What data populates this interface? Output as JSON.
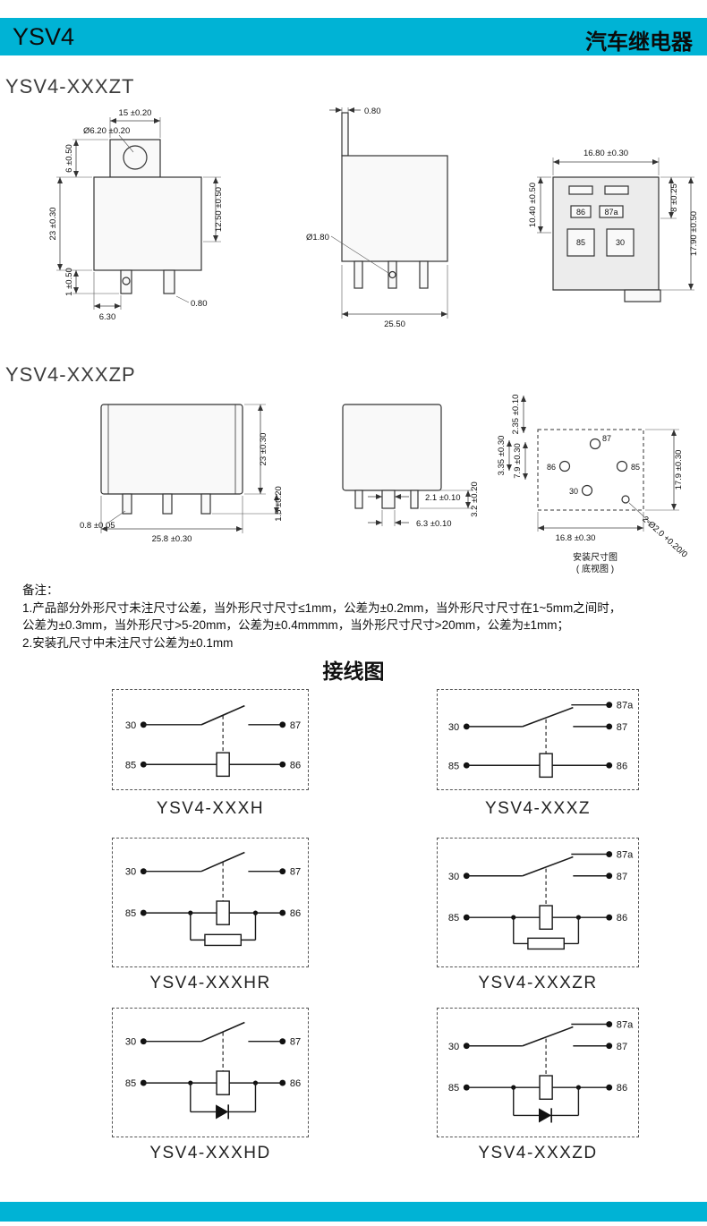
{
  "colors": {
    "accent": "#00b3d5",
    "line": "#333333"
  },
  "header": {
    "model": "YSV4",
    "product": "汽车继电器"
  },
  "sections": {
    "zt": {
      "title": "YSV4-XXXZT",
      "front": {
        "tab_width": "15 ±0.20",
        "hole_dia": "Ø6.20 ±0.20",
        "tab_height": "6 ±0.50",
        "body_height": "23 ±0.30",
        "right_height": "12.50 ±0.50",
        "pin_length": "1 ±0.50",
        "pin_offset": "6.30",
        "pin_thickness": "0.80"
      },
      "side": {
        "bracket_thickness": "0.80",
        "pin_hole_dia": "Ø1.80",
        "body_width": "25.50"
      },
      "bottom": {
        "width": "16.80 ±0.30",
        "height_partial": "8 ±0.25",
        "height_left": "10.40 ±0.50",
        "height_total": "17.90 ±0.50",
        "pins": {
          "p86": "86",
          "p87a": "87a",
          "p85": "85",
          "p30": "30"
        }
      }
    },
    "zp": {
      "title": "YSV4-XXXZP",
      "front": {
        "body_height": "23 ±0.30",
        "pin_thickness": "0.8 ±0.05",
        "body_width": "25.8 ±0.30",
        "pin_length": "1.5 ±0.20"
      },
      "side": {
        "pin_width": "2.1 ±0.10",
        "pin_length": "3.2 ±0.20",
        "pin_spacing": "6.3 ±0.10"
      },
      "mount": {
        "dim_top": "2.35 ±0.10",
        "dim_left_a": "3.35 ±0.30",
        "dim_left_b": "7.9 ±0.30",
        "dim_right": "17.9 ±0.30",
        "dim_bottom": "16.8 ±0.30",
        "holes_note": "2-Ø2.0 +0.20/0",
        "pins": {
          "p87": "87",
          "p86": "86",
          "p85": "85",
          "p30": "30"
        },
        "caption_line1": "安装尺寸图",
        "caption_line2": "( 底视图 )"
      }
    }
  },
  "notes": {
    "heading": "备注：",
    "line1": "1.产品部分外形尺寸未注尺寸公差，当外形尺寸尺寸≤1mm，公差为±0.2mm，当外形尺寸尺寸在1~5mm之间时，",
    "line2": "公差为±0.3mm，当外形尺寸>5-20mm，公差为±0.4mmmm，当外形尺寸尺寸>20mm，公差为±1mm；",
    "line3": "2.安装孔尺寸中未注尺寸公差为±0.1mm"
  },
  "wiring": {
    "title": "接线图",
    "diagrams": [
      {
        "label": "YSV4-XXXH",
        "pins": {
          "p30": "30",
          "p87": "87",
          "p85": "85",
          "p86": "86"
        }
      },
      {
        "label": "YSV4-XXXZ",
        "pins": {
          "p30": "30",
          "p87a": "87a",
          "p87": "87",
          "p85": "85",
          "p86": "86"
        }
      },
      {
        "label": "YSV4-XXXHR",
        "pins": {
          "p30": "30",
          "p87": "87",
          "p85": "85",
          "p86": "86"
        }
      },
      {
        "label": "YSV4-XXXZR",
        "pins": {
          "p30": "30",
          "p87a": "87a",
          "p87": "87",
          "p85": "85",
          "p86": "86"
        }
      },
      {
        "label": "YSV4-XXXHD",
        "pins": {
          "p30": "30",
          "p87": "87",
          "p85": "85",
          "p86": "86"
        }
      },
      {
        "label": "YSV4-XXXZD",
        "pins": {
          "p30": "30",
          "p87a": "87a",
          "p87": "87",
          "p85": "85",
          "p86": "86"
        }
      }
    ]
  }
}
